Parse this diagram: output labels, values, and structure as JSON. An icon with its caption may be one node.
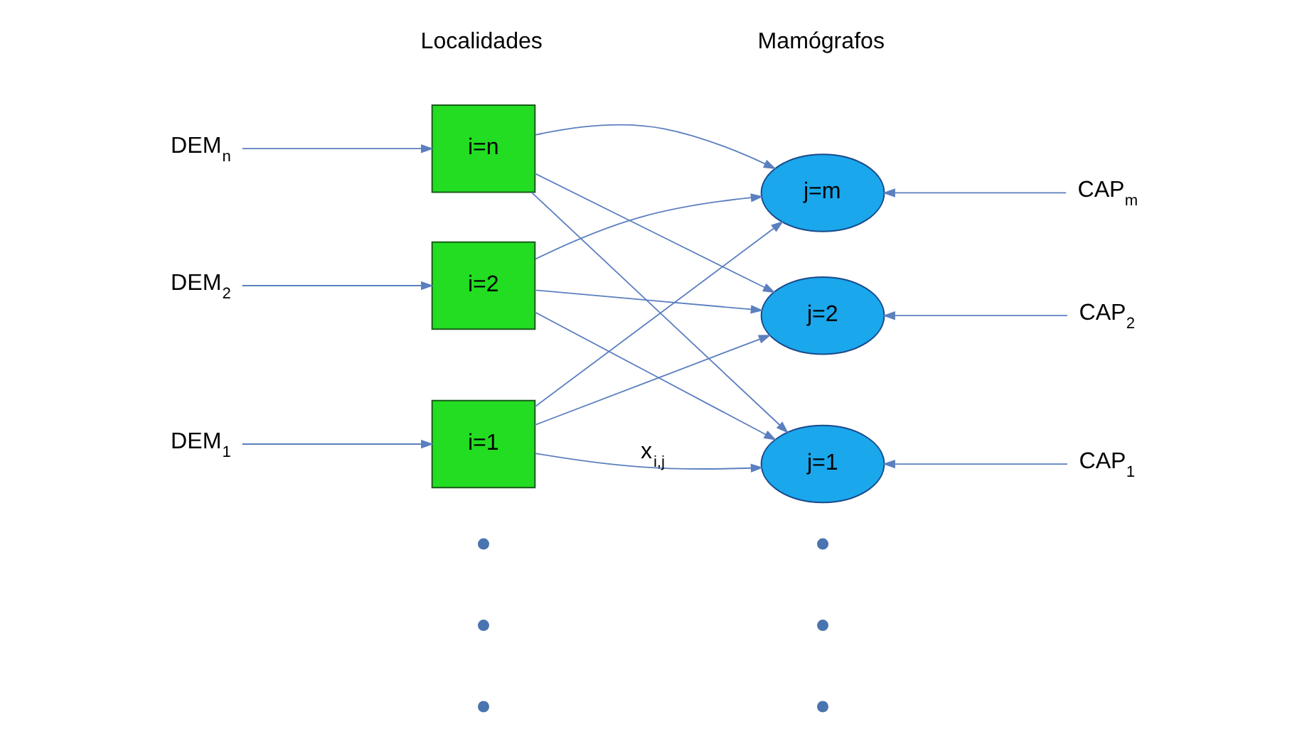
{
  "diagram": {
    "nodes": [
      {
        "text": [
          "DEM$_{1}$"
        ]
      },
      {
        "text": [
          "i=1"
        ]
      },
      {
        "text": [
          "j=1"
        ]
      },
      {
        "text": [
          "CAP$_{1}$"
        ]
      },
      {
        "text": [
          "DEM$_{2}$"
        ]
      },
      {
        "text": [
          "i=2"
        ]
      },
      {
        "text": [
          "j=2"
        ]
      },
      {
        "text": [
          "CAP$_{2}$"
        ]
      },
      {
        "text": [],
        "shape": "circle"
      },
      {
        "text": [],
        "shape": "circle"
      },
      {
        "text": [],
        "shape": "circle"
      },
      {
        "text": [],
        "shape": "circle"
      },
      {
        "text": [],
        "shape": "circle"
      },
      {
        "text": [],
        "shape": "circle"
      },
      {
        "text": [
          "DEM$_{n}$"
        ]
      },
      {
        "text": [
          "i=n"
        ]
      },
      {
        "text": [
          "j=m"
        ]
      },
      {
        "text": [
          "CAP$_{m}$"
        ]
      }
    ],
    "edges": [
      {
        "from": 0,
        "to": 1,
        "arrow": "to"
      },
      {
        "from": 4,
        "to": 5,
        "arrow": "to"
      },
      {
        "from": 14,
        "to": 15,
        "arrow": "to"
      },
      {
        "from": 1,
        "to": 2,
        "arrow": "to",
        "label": "x$_{i,j}$"
      },
      {
        "from": 1,
        "to": 6,
        "arrow": "to"
      },
      {
        "from": 1,
        "to": 16,
        "arrow": "to"
      },
      {
        "from": 5,
        "to": 2,
        "arrow": "to"
      },
      {
        "from": 5,
        "to": 6,
        "arrow": "to"
      },
      {
        "from": 5,
        "to": 16,
        "arrow": "to"
      },
      {
        "from": 15,
        "to": 2,
        "arrow": "to"
      },
      {
        "from": 15,
        "to": 6,
        "arrow": "to"
      },
      {
        "from": 15,
        "to": 16,
        "arrow": "to"
      },
      {
        "from": 3,
        "to": 2,
        "arrow": "to"
      },
      {
        "from": 7,
        "to": 6,
        "arrow": "to"
      },
      {
        "from": 17,
        "to": 16,
        "arrow": "to"
      }
    ],
    "labels": [
      "Localidades",
      "Mamógrafos"
    ]
  }
}
